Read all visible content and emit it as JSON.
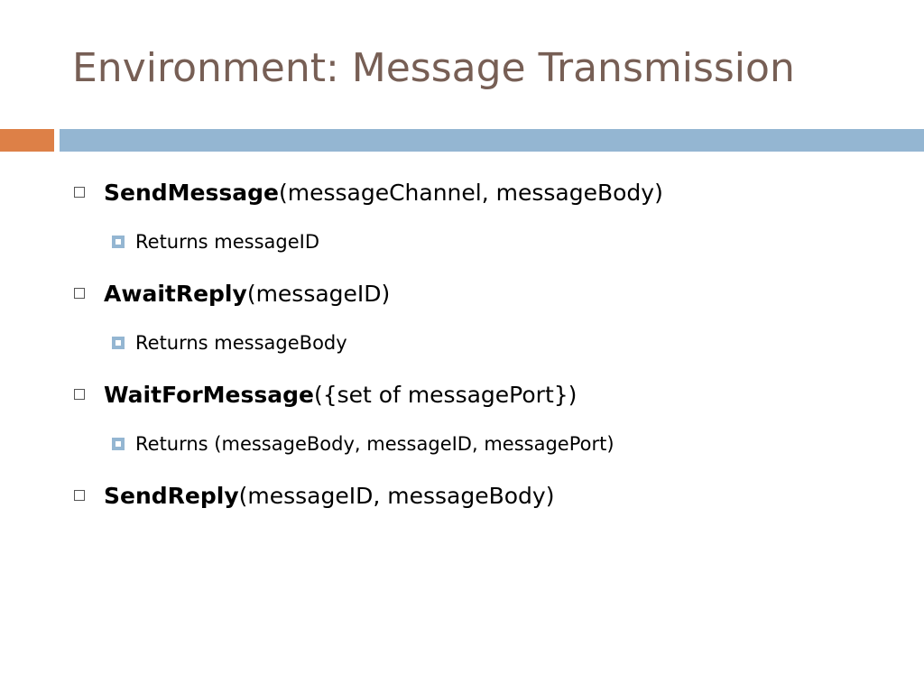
{
  "slide": {
    "title": "Environment: Message Transmission",
    "colors": {
      "title": "#775F55",
      "accent_bar": "#DD8047",
      "main_bar": "#94B6D2",
      "sub_bullet": "#94B6D2"
    },
    "items": [
      {
        "name": "SendMessage",
        "args": "(messageChannel, messageBody)",
        "sub": "Returns messageID"
      },
      {
        "name": "AwaitReply",
        "args": "(messageID)",
        "sub": "Returns messageBody"
      },
      {
        "name": "WaitForMessage",
        "args": "({set of messagePort})",
        "sub": "Returns (messageBody, messageID, messagePort)"
      },
      {
        "name": "SendReply",
        "args": "(messageID, messageBody)"
      }
    ]
  }
}
